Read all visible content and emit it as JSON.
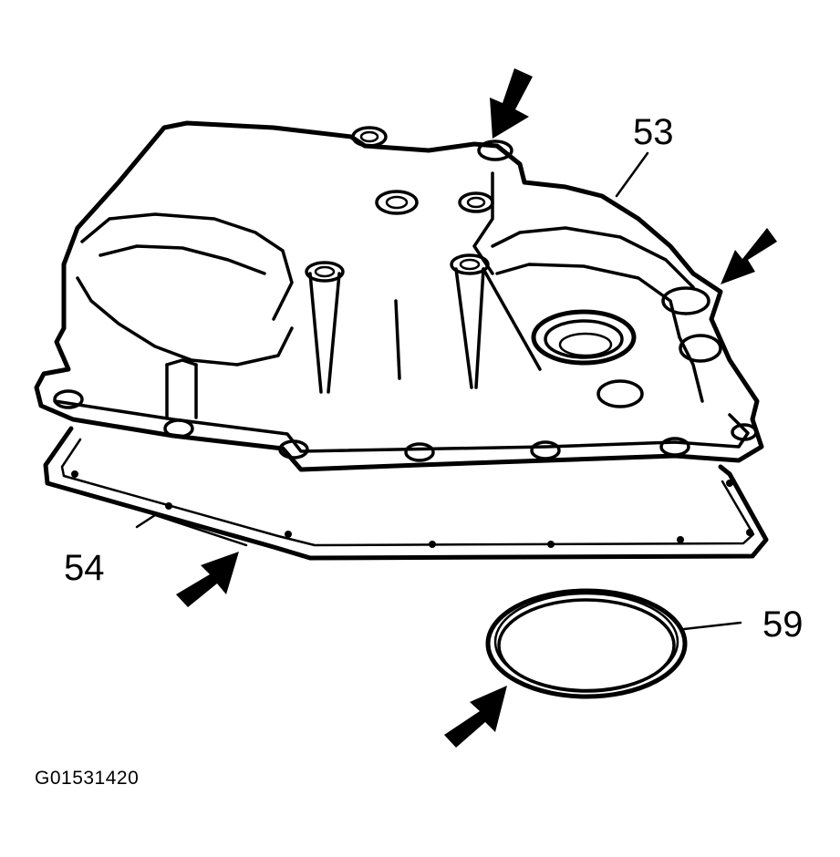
{
  "diagram": {
    "callouts": {
      "pan": "53",
      "gasket": "54",
      "seal_ring": "59"
    },
    "figure_id": "G01531420"
  },
  "colors": {
    "line": "#000000",
    "background": "#ffffff"
  },
  "icons": [
    "arrow-icon"
  ]
}
